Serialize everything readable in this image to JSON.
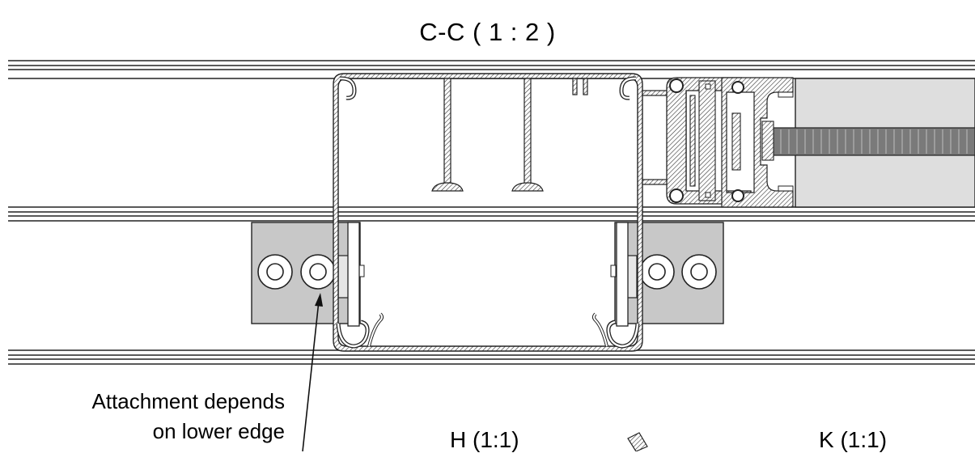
{
  "section_title": "C-C ( 1 : 2 )",
  "annotation": {
    "line1": "Attachment depends",
    "line2": "on lower edge"
  },
  "detail_labels": {
    "h": "H (1:1)",
    "k": "K (1:1)"
  },
  "colors": {
    "stroke": "#1a1a1a",
    "plate_fill": "#c8c8c8",
    "glass_fill": "#dedede",
    "gasket_fill": "#7a7a7a",
    "background": "#ffffff"
  }
}
